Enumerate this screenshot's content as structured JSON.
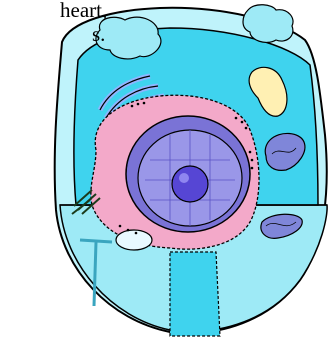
{
  "caption": {
    "line1": "heart,",
    "line2": "s."
  },
  "colors": {
    "outline": "#000000",
    "cytoplasm": "#3fd3ee",
    "cytoplasm_light": "#bff3fb",
    "membrane_face": "#9eeaf6",
    "nucleus_envelope": "#7a73d6",
    "nucleus": "#9a97e8",
    "nucleolus": "#5646d4",
    "rough_er": "#f3a9c9",
    "golgi": "#8fb5ff",
    "mitochondria": "#7f86d9",
    "vacuole": "#fff0b3"
  },
  "icons": [
    "animal-cell-illustration"
  ]
}
